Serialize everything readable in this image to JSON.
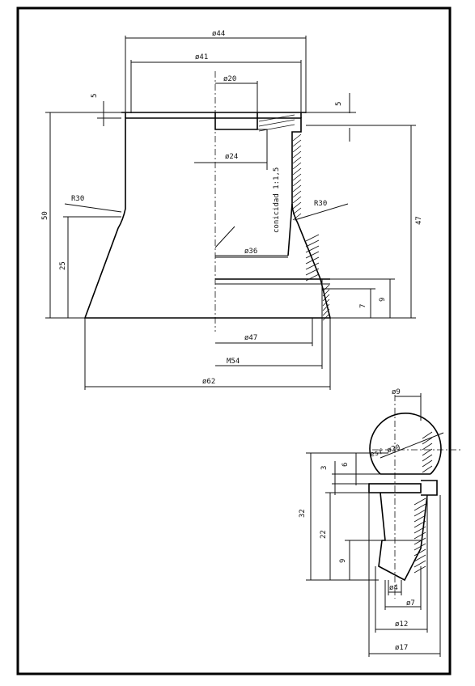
{
  "part1": {
    "dims": {
      "d44": "ø44",
      "d41": "ø41",
      "d20": "ø20",
      "d24": "ø24",
      "d36": "ø36",
      "d47": "ø47",
      "m54": "M54",
      "d62": "ø62",
      "h5_left": "5",
      "h5_right": "5",
      "h50": "50",
      "h25": "25",
      "h47": "47",
      "h7": "7",
      "h9": "9",
      "r30_left": "R30",
      "r30_right": "R30"
    },
    "note_taper": "conicidad 1:1,5"
  },
  "part2": {
    "dims": {
      "d9": "ø9",
      "esf": "esf ø20",
      "h3": "3",
      "h6": "6",
      "h32": "32",
      "h22": "22",
      "h9": "9",
      "d4": "ø4",
      "d7": "ø7",
      "d12": "ø12",
      "d17": "ø17"
    }
  }
}
